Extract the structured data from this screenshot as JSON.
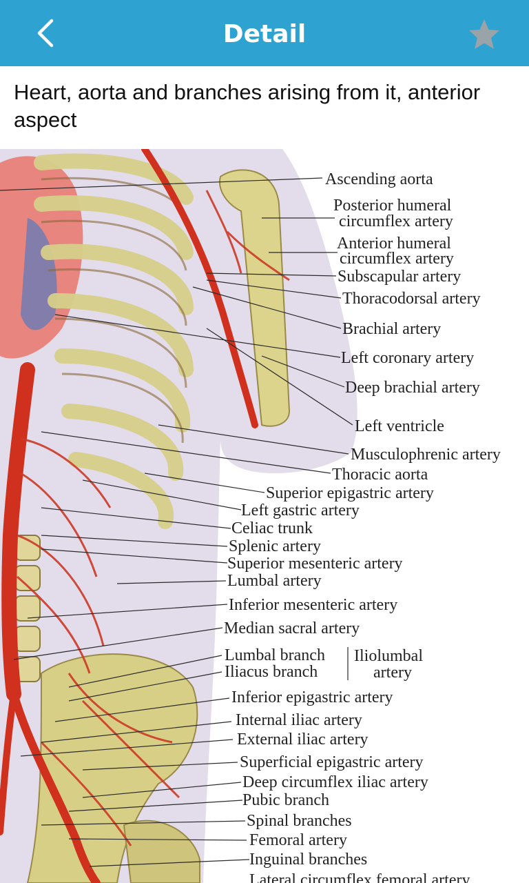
{
  "app_bar": {
    "title": "Detail",
    "back_icon": "chevron-left-icon",
    "favorite_icon": "star-icon",
    "background_color": "#2ea2d1"
  },
  "heading": "Heart, aorta and branches arising from it, anterior aspect",
  "labels": [
    "Ascending aorta",
    "Posterior humeral",
    "circumflex artery",
    "Anterior humeral",
    "circumflex artery",
    "Subscapular artery",
    "Thoracodorsal artery",
    "Brachial artery",
    "Left coronary artery",
    "Deep brachial artery",
    "Left ventricle",
    "Musculophrenic artery",
    "Thoracic aorta",
    "Superior epigastric artery",
    "Left gastric artery",
    "Celiac trunk",
    "Splenic artery",
    "Superior mesenteric artery",
    "Lumbal artery",
    "Inferior mesenteric artery",
    "Median sacral artery",
    "Lumbal branch",
    "Iliacus branch",
    "Iliolumbal",
    "artery",
    "Inferior epigastric artery",
    "Internal iliac artery",
    "External iliac artery",
    "Superficial epigastric artery",
    "Deep circumflex iliac artery",
    "Pubic branch",
    "Spinal branches",
    "Femoral artery",
    "Inguinal branches",
    "Lateral circumflex femoral artery"
  ]
}
